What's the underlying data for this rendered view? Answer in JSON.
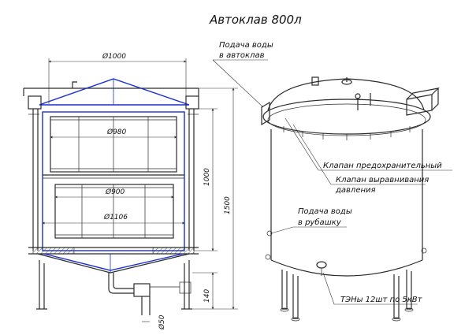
{
  "title": "Автоклав 800л",
  "labels": {
    "water_supply_autoclave_line1": "Подача воды",
    "water_supply_autoclave_line2": "в автоклав",
    "safety_valve": "Клапан предохранительный",
    "pressure_valve_line1": "Клапан выравнивания",
    "pressure_valve_line2": "давления",
    "water_supply_jacket_line1": "Подача воды",
    "water_supply_jacket_line2": "в рубашку",
    "heaters": "ТЭНы 12шт по 5кВт"
  },
  "dimensions": {
    "outer_diameter": "Ø1000",
    "basket_diameter_upper": "Ø980",
    "basket_diameter_lower": "Ø900",
    "jacket_diameter": "Ø1106",
    "height_body": "1000",
    "height_total": "1500",
    "leg_height": "140",
    "pipe_diameter": "Ø50"
  },
  "colors": {
    "outline": "#2b2b2b",
    "inner_blue": "#1a2fd0"
  }
}
